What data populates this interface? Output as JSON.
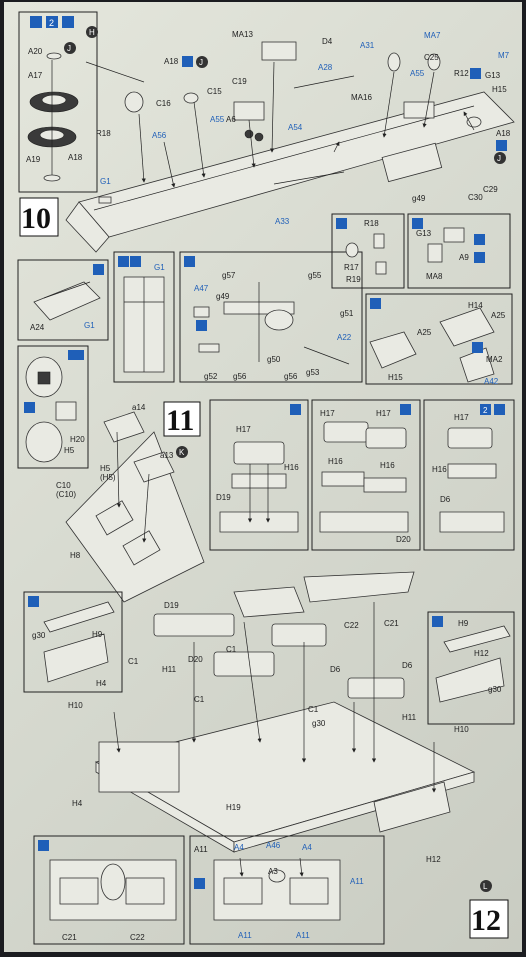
{
  "steps": {
    "s10": "10",
    "s11": "11",
    "s12": "12"
  },
  "circle_letters": {
    "h": "H",
    "j1": "J",
    "j2": "J",
    "j3": "J",
    "k": "K",
    "l": "L"
  },
  "badge_x2": "2",
  "step10": {
    "wheel_parts": [
      "A20",
      "A17",
      "A19",
      "A18"
    ],
    "top_parts": [
      "A18",
      "MA13",
      "D4",
      "A31",
      "MA7",
      "C25",
      "M7",
      "R12",
      "G13",
      "A28",
      "C19",
      "C16",
      "C15",
      "MA16",
      "A55",
      "A6",
      "A55",
      "A54",
      "H15",
      "A18",
      "R18",
      "A56",
      "G1",
      "C29",
      "C30",
      "g49",
      "A33"
    ],
    "insets": {
      "g1": [
        "A24",
        "G1"
      ],
      "g1_side": [
        "G1"
      ],
      "center": [
        "g57",
        "g55",
        "A47",
        "g49",
        "g51",
        "A22",
        "g50",
        "g52",
        "g56",
        "g56",
        "g53"
      ],
      "r18": [
        "R18",
        "R17",
        "R19"
      ],
      "g13": [
        "G13",
        "A9",
        "MA8"
      ],
      "h14": [
        "H14",
        "A25",
        "A25",
        "H15",
        "MA2",
        "A42"
      ]
    }
  },
  "step11": {
    "left": [
      "a14",
      "a13",
      "H20",
      "H5",
      "H5",
      "(H5)",
      "C10",
      "(C10)",
      "H8"
    ],
    "insets": {
      "a": [
        "H17",
        "H16",
        "D19"
      ],
      "b": [
        "H17",
        "H17",
        "H16",
        "H16",
        "D20"
      ],
      "c": [
        "H17",
        "H16",
        "D6"
      ],
      "h9l": [
        "g30",
        "H9",
        "H4"
      ],
      "h9r": [
        "H9",
        "H12",
        "g30"
      ]
    },
    "main": [
      "D19",
      "C1",
      "C22",
      "C21",
      "D20",
      "C1",
      "H11",
      "C1",
      "D6",
      "D6",
      "H10",
      "C1",
      "g30",
      "H11",
      "H10",
      "H4",
      "H19",
      "H12"
    ]
  },
  "step12": {
    "left": [
      "C21",
      "C22"
    ],
    "right": [
      "A11",
      "A4",
      "A46",
      "A4",
      "A3",
      "A11",
      "A11",
      "A11"
    ]
  }
}
